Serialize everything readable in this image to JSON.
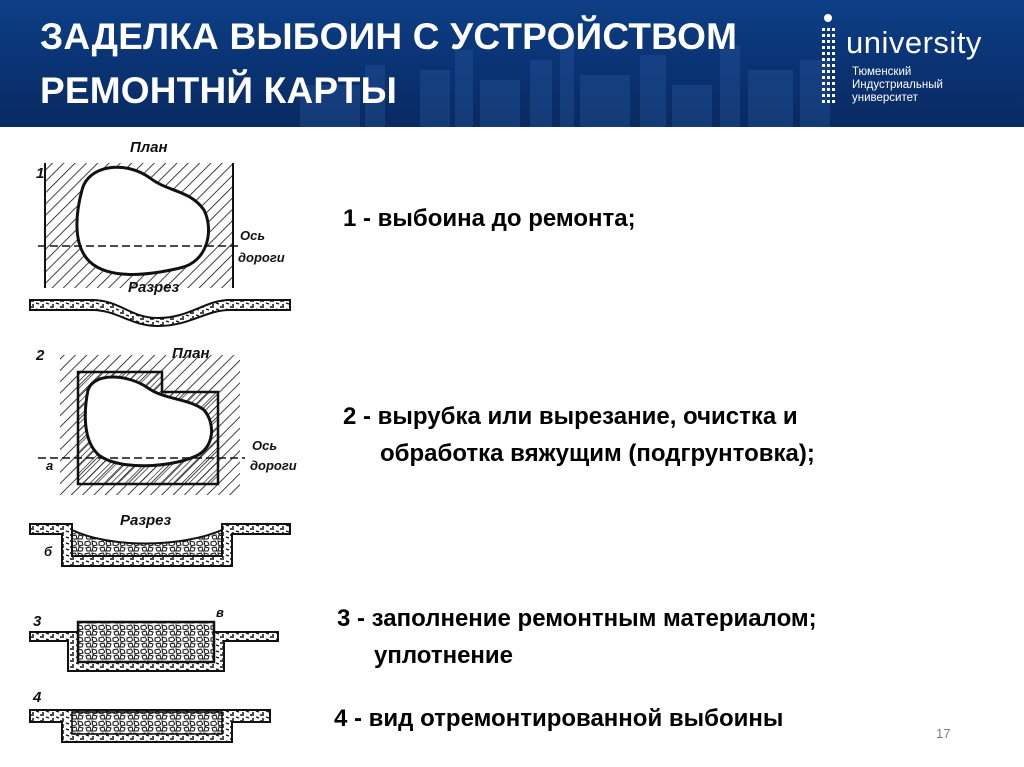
{
  "header": {
    "title_line1": "ЗАДЕЛКА ВЫБОИН С УСТРОЙСТВОМ",
    "title_line2": "РЕМОНТНЙ КАРТЫ",
    "logo_word": "university",
    "logo_sub_line1": "Тюменский",
    "logo_sub_line2": "Индустриальный",
    "logo_sub_line3": "университет"
  },
  "figure": {
    "labels": {
      "n1": "1",
      "n2": "2",
      "n3": "3",
      "n4": "4",
      "plan1": "План",
      "plan2": "План",
      "razrez1": "Разрез",
      "razrez2": "Разрез",
      "os1": "Ось",
      "dorogi1": "дороги",
      "os2": "Ось",
      "dorogi2": "дороги",
      "a": "а",
      "b": "б",
      "v": "в"
    }
  },
  "captions": {
    "c1": "1 - выбоина до ремонта;",
    "c2_line1": "2 - вырубка или вырезание, очистка и",
    "c2_line2": "обработка вяжущим (подгрунтовка);",
    "c3_line1": "3 - заполнение ремонтным материалом;",
    "c3_line2": "уплотнение",
    "c4": "4 - вид отремонтированной выбоины"
  },
  "page_number": "17"
}
